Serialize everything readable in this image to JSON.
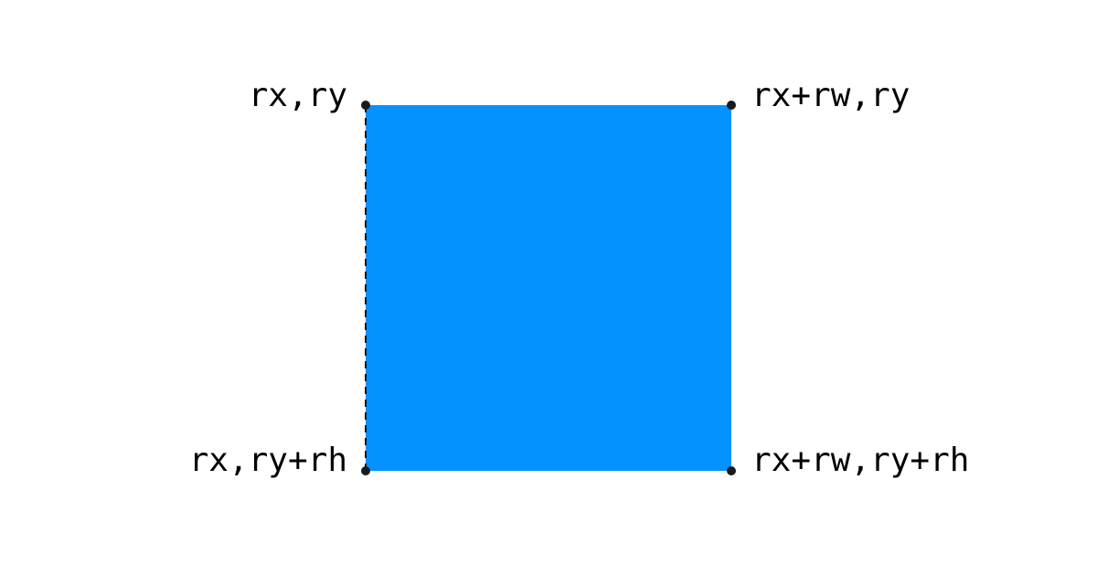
{
  "rectangle": {
    "fill_color": "#0492ff"
  },
  "edge": {
    "color": "#1a1a1a",
    "style": "dashed"
  },
  "corners": {
    "top_left": {
      "label": "rx,ry"
    },
    "top_right": {
      "label": "rx+rw,ry"
    },
    "bottom_left": {
      "label": "rx,ry+rh"
    },
    "bottom_right": {
      "label": "rx+rw,ry+rh"
    },
    "point_color": "#1a1a1a"
  }
}
